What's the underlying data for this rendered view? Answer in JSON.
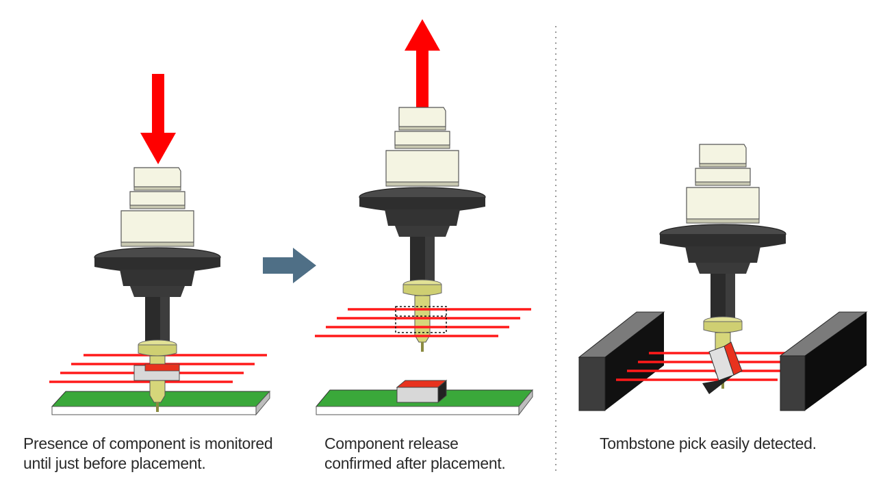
{
  "panels": [
    {
      "caption_lines": [
        "Presence of component is monitored",
        "until just before placement."
      ]
    },
    {
      "caption_lines": [
        "Component release",
        "confirmed after placement."
      ]
    },
    {
      "caption_lines": [
        "Tombstone pick easily detected."
      ]
    }
  ],
  "colors": {
    "arrow_red": "#ff0000",
    "transition_arrow": "#4f6f86",
    "laser_red": "#ff1a1a",
    "pcb_green": "#3aa83a",
    "nozzle_body": "#f4f4e2",
    "flange_dark": "#3d3d3d",
    "nozzle_tip": "#d6d67a",
    "component_red": "#e8321e",
    "component_gray": "#d8d8d8",
    "sensor_block": "#222222"
  },
  "icons": [
    "down-arrow-icon",
    "right-arrow-icon",
    "up-arrow-icon"
  ]
}
